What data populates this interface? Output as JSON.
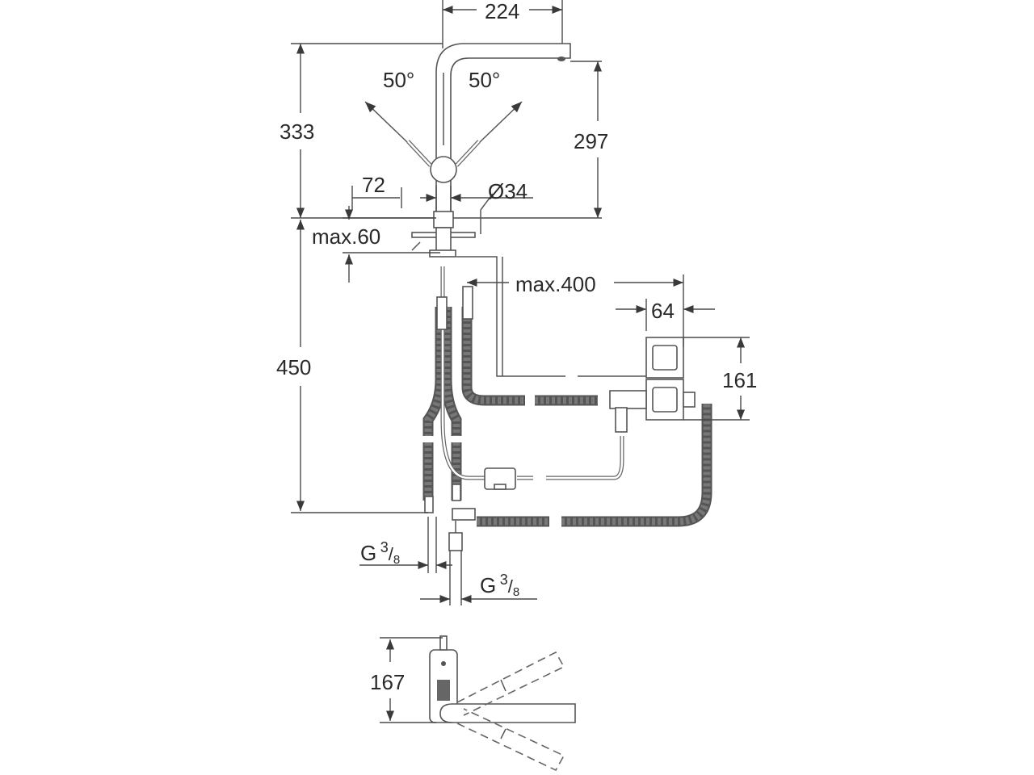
{
  "labels": {
    "width_224": "224",
    "height_333": "333",
    "angle_left": "50°",
    "angle_right": "50°",
    "height_297": "297",
    "handle_72": "72",
    "diameter": "Ø34",
    "max_60": "max.60",
    "max_400": "max.400",
    "width_64": "64",
    "height_161": "161",
    "height_450": "450",
    "thread_left_g": "G",
    "thread_left_num": "3",
    "thread_left_den": "8",
    "thread_right_g": "G",
    "thread_right_num": "3",
    "thread_right_den": "8",
    "height_167": "167"
  },
  "colors": {
    "line": "#4a4a4a",
    "text": "#2a2a2a",
    "background": "#ffffff"
  }
}
